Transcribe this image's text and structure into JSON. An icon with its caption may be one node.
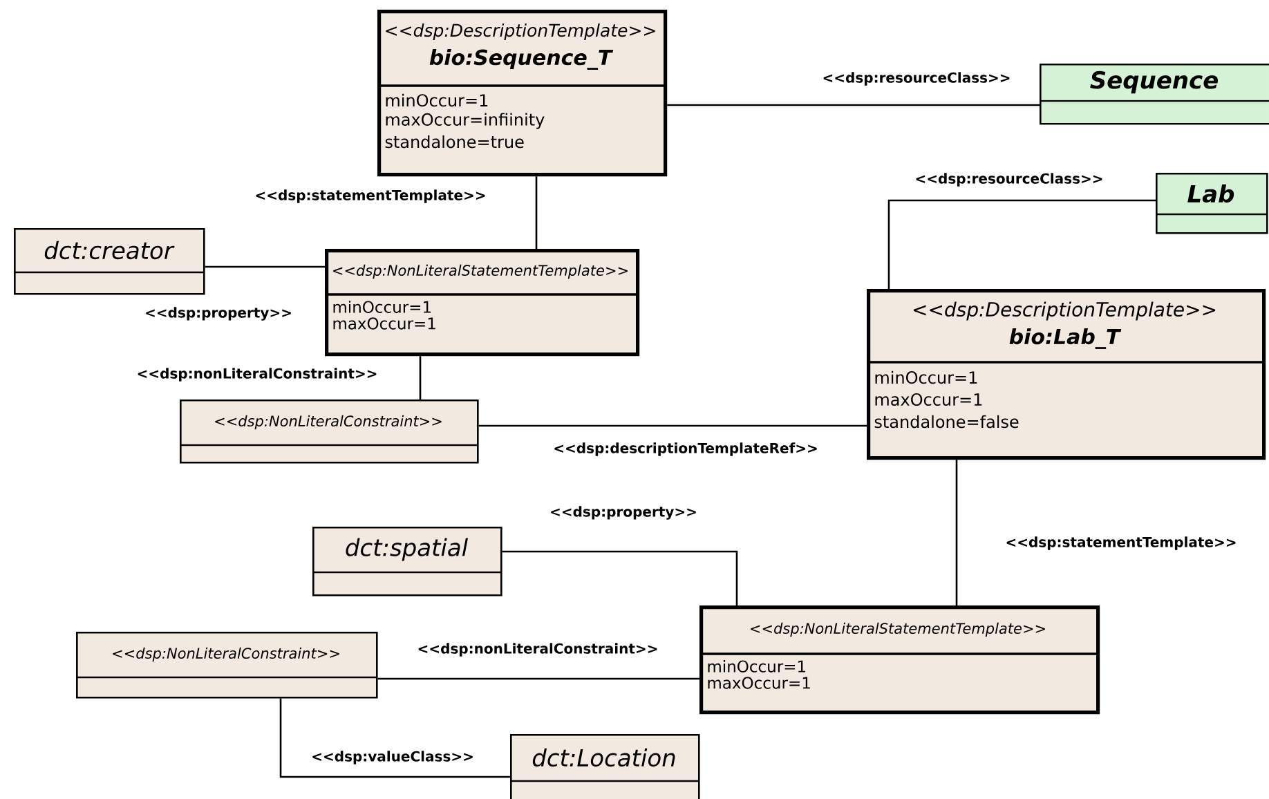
{
  "diagram": {
    "nodes": [
      {
        "text": [
          "<<dsp:DescriptionTemplate>>",
          "bio:Sequence_T",
          "minOccur=1",
          "maxOccur=infiinity",
          "standalone=true"
        ]
      },
      {
        "text": [
          "Sequence"
        ]
      },
      {
        "text": [
          "dct:creator"
        ]
      },
      {
        "text": [
          "<<dsp:NonLiteralStatementTemplate>>",
          "minOccur=1",
          "maxOccur=1"
        ]
      },
      {
        "text": [
          "Lab"
        ]
      },
      {
        "text": [
          "<<dsp:DescriptionTemplate>>",
          "bio:Lab_T",
          "minOccur=1",
          "maxOccur=1",
          "standalone=false"
        ]
      },
      {
        "text": [
          "<<dsp:NonLiteralConstraint>>"
        ]
      },
      {
        "text": [
          "dct:spatial"
        ]
      },
      {
        "text": [
          "<<dsp:NonLiteralStatementTemplate>>",
          "minOccur=1",
          "maxOccur=1"
        ]
      },
      {
        "text": [
          "<<dsp:NonLiteralConstraint>>"
        ]
      },
      {
        "text": [
          "dct:Location"
        ]
      }
    ],
    "edges": [
      {
        "from": 0,
        "to": 1,
        "arrow": "none",
        "label": "<<dsp:resourceClass>>"
      },
      {
        "from": 0,
        "to": 3,
        "arrow": "none",
        "label": "<<dsp:statementTemplate>>"
      },
      {
        "from": 3,
        "to": 2,
        "arrow": "none",
        "label": "<<dsp:property>>"
      },
      {
        "from": 3,
        "to": 6,
        "arrow": "none",
        "label": "<<dsp:nonLiteralConstraint>>"
      },
      {
        "from": 6,
        "to": 5,
        "arrow": "none",
        "label": "<<dsp:descriptionTemplateRef>>"
      },
      {
        "from": 5,
        "to": 4,
        "arrow": "none",
        "label": "<<dsp:resourceClass>>"
      },
      {
        "from": 5,
        "to": 8,
        "arrow": "none",
        "label": "<<dsp:statementTemplate>>"
      },
      {
        "from": 8,
        "to": 7,
        "arrow": "none",
        "label": "<<dsp:property>>"
      },
      {
        "from": 8,
        "to": 9,
        "arrow": "none",
        "label": "<<dsp:nonLiteralConstraint>>"
      },
      {
        "from": 9,
        "to": 10,
        "arrow": "none",
        "label": "<<dsp:valueClass>>"
      }
    ]
  }
}
